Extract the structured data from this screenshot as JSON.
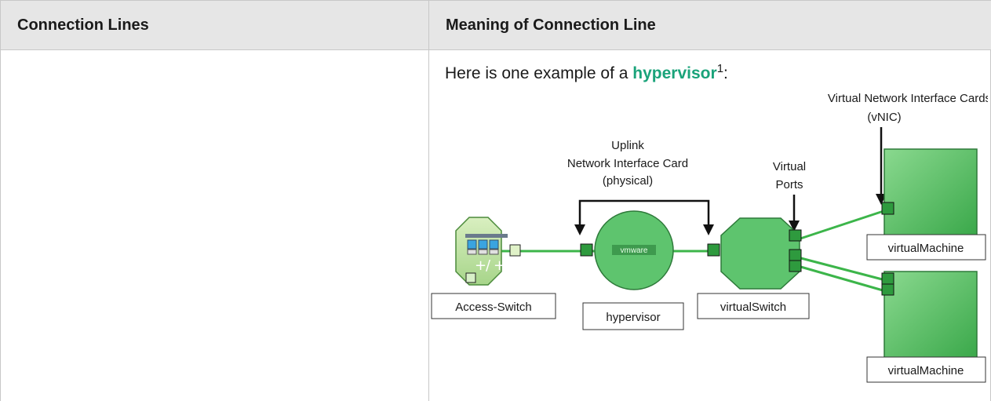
{
  "table": {
    "headers": [
      "Connection Lines",
      "Meaning of Connection Line"
    ]
  },
  "row": {
    "intro_prefix": "Here is one example of a ",
    "intro_keyword": "hypervisor",
    "intro_sup": "1",
    "intro_suffix": ":"
  },
  "diagram": {
    "annot_vnic_line1": "Virtual Network Interface Cards",
    "annot_vnic_line2": "(vNIC)",
    "annot_uplink_line1": "Uplink",
    "annot_uplink_line2": "Network Interface Card",
    "annot_uplink_line3": "(physical)",
    "annot_ports_line1": "Virtual",
    "annot_ports_line2": "Ports",
    "node_access_switch": "Access-Switch",
    "node_hypervisor": "hypervisor",
    "node_virtual_switch": "virtualSwitch",
    "node_vm_1": "virtualMachine",
    "node_vm_2": "virtualMachine",
    "vmware_logo": "vmware"
  },
  "colors": {
    "node_green": "#5ec46e",
    "line_green": "#3cb54a",
    "keyword": "#1aa37a"
  }
}
